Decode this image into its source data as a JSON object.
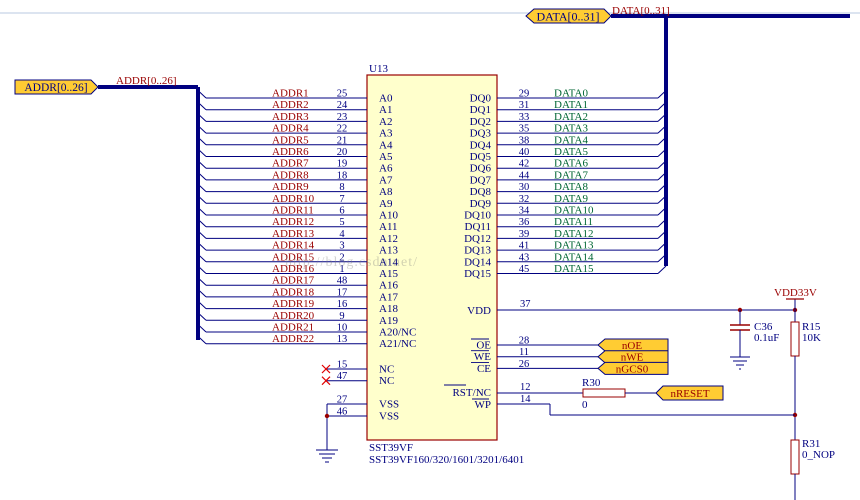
{
  "ports": {
    "data_bus_port": "DATA[0..31]",
    "data_bus_net": "DATA[0..31]",
    "addr_bus_port": "ADDR[0..26]",
    "addr_bus_net": "ADDR[0..26]"
  },
  "chip": {
    "designator": "U13",
    "part": "SST39VF",
    "variants": "SST39VF160/320/1601/3201/6401"
  },
  "addr_lines": [
    {
      "net": "ADDR1",
      "num": "25",
      "pin": "A0"
    },
    {
      "net": "ADDR2",
      "num": "24",
      "pin": "A1"
    },
    {
      "net": "ADDR3",
      "num": "23",
      "pin": "A2"
    },
    {
      "net": "ADDR4",
      "num": "22",
      "pin": "A3"
    },
    {
      "net": "ADDR5",
      "num": "21",
      "pin": "A4"
    },
    {
      "net": "ADDR6",
      "num": "20",
      "pin": "A5"
    },
    {
      "net": "ADDR7",
      "num": "19",
      "pin": "A6"
    },
    {
      "net": "ADDR8",
      "num": "18",
      "pin": "A7"
    },
    {
      "net": "ADDR9",
      "num": "8",
      "pin": "A8"
    },
    {
      "net": "ADDR10",
      "num": "7",
      "pin": "A9"
    },
    {
      "net": "ADDR11",
      "num": "6",
      "pin": "A10"
    },
    {
      "net": "ADDR12",
      "num": "5",
      "pin": "A11"
    },
    {
      "net": "ADDR13",
      "num": "4",
      "pin": "A12"
    },
    {
      "net": "ADDR14",
      "num": "3",
      "pin": "A13"
    },
    {
      "net": "ADDR15",
      "num": "2",
      "pin": "A14"
    },
    {
      "net": "ADDR16",
      "num": "1",
      "pin": "A15"
    },
    {
      "net": "ADDR17",
      "num": "48",
      "pin": "A16"
    },
    {
      "net": "ADDR18",
      "num": "17",
      "pin": "A17"
    },
    {
      "net": "ADDR19",
      "num": "16",
      "pin": "A18"
    },
    {
      "net": "ADDR20",
      "num": "9",
      "pin": "A19"
    },
    {
      "net": "ADDR21",
      "num": "10",
      "pin": "A20/NC"
    },
    {
      "net": "ADDR22",
      "num": "13",
      "pin": "A21/NC"
    }
  ],
  "data_lines": [
    {
      "pin": "DQ0",
      "num": "29",
      "net": "DATA0"
    },
    {
      "pin": "DQ1",
      "num": "31",
      "net": "DATA1"
    },
    {
      "pin": "DQ2",
      "num": "33",
      "net": "DATA2"
    },
    {
      "pin": "DQ3",
      "num": "35",
      "net": "DATA3"
    },
    {
      "pin": "DQ4",
      "num": "38",
      "net": "DATA4"
    },
    {
      "pin": "DQ5",
      "num": "40",
      "net": "DATA5"
    },
    {
      "pin": "DQ6",
      "num": "42",
      "net": "DATA6"
    },
    {
      "pin": "DQ7",
      "num": "44",
      "net": "DATA7"
    },
    {
      "pin": "DQ8",
      "num": "30",
      "net": "DATA8"
    },
    {
      "pin": "DQ9",
      "num": "32",
      "net": "DATA9"
    },
    {
      "pin": "DQ10",
      "num": "34",
      "net": "DATA10"
    },
    {
      "pin": "DQ11",
      "num": "36",
      "net": "DATA11"
    },
    {
      "pin": "DQ12",
      "num": "39",
      "net": "DATA12"
    },
    {
      "pin": "DQ13",
      "num": "41",
      "net": "DATA13"
    },
    {
      "pin": "DQ14",
      "num": "43",
      "net": "DATA14"
    },
    {
      "pin": "DQ15",
      "num": "45",
      "net": "DATA15"
    }
  ],
  "nc_pins": [
    {
      "pin": "NC",
      "num": "15"
    },
    {
      "pin": "NC",
      "num": "47"
    }
  ],
  "vss_pins": [
    {
      "pin": "VSS",
      "num": "27"
    },
    {
      "pin": "VSS",
      "num": "46"
    }
  ],
  "vdd_pin": {
    "pin": "VDD",
    "num": "37"
  },
  "control_pins": [
    {
      "pin": "OE",
      "num": "28",
      "net": "nOE"
    },
    {
      "pin": "WE",
      "num": "11",
      "net": "nWE"
    },
    {
      "pin": "CE",
      "num": "26",
      "net": "nGCS0"
    }
  ],
  "rst_pin": {
    "pin_a": "RST",
    "pin_b": "/NC",
    "num": "12",
    "net": "nRESET"
  },
  "wp_pin": {
    "pin": "WP",
    "num": "14"
  },
  "power": {
    "net": "VDD33V"
  },
  "components": {
    "c36": {
      "ref": "C36",
      "value": "0.1uF"
    },
    "r15": {
      "ref": "R15",
      "value": "10K"
    },
    "r30": {
      "ref": "R30",
      "value": "0"
    },
    "r31": {
      "ref": "R31",
      "value": "0_NOP"
    }
  },
  "watermark": "http://blog.csdn.net/",
  "colors": {
    "wire": "#000080",
    "bus": "#000080",
    "body_fill": "#ffffcc",
    "body_stroke": "#990000",
    "addr_net": "#990000",
    "data_net": "#006633",
    "text": "#000080",
    "port_fill": "#ffcc33"
  }
}
